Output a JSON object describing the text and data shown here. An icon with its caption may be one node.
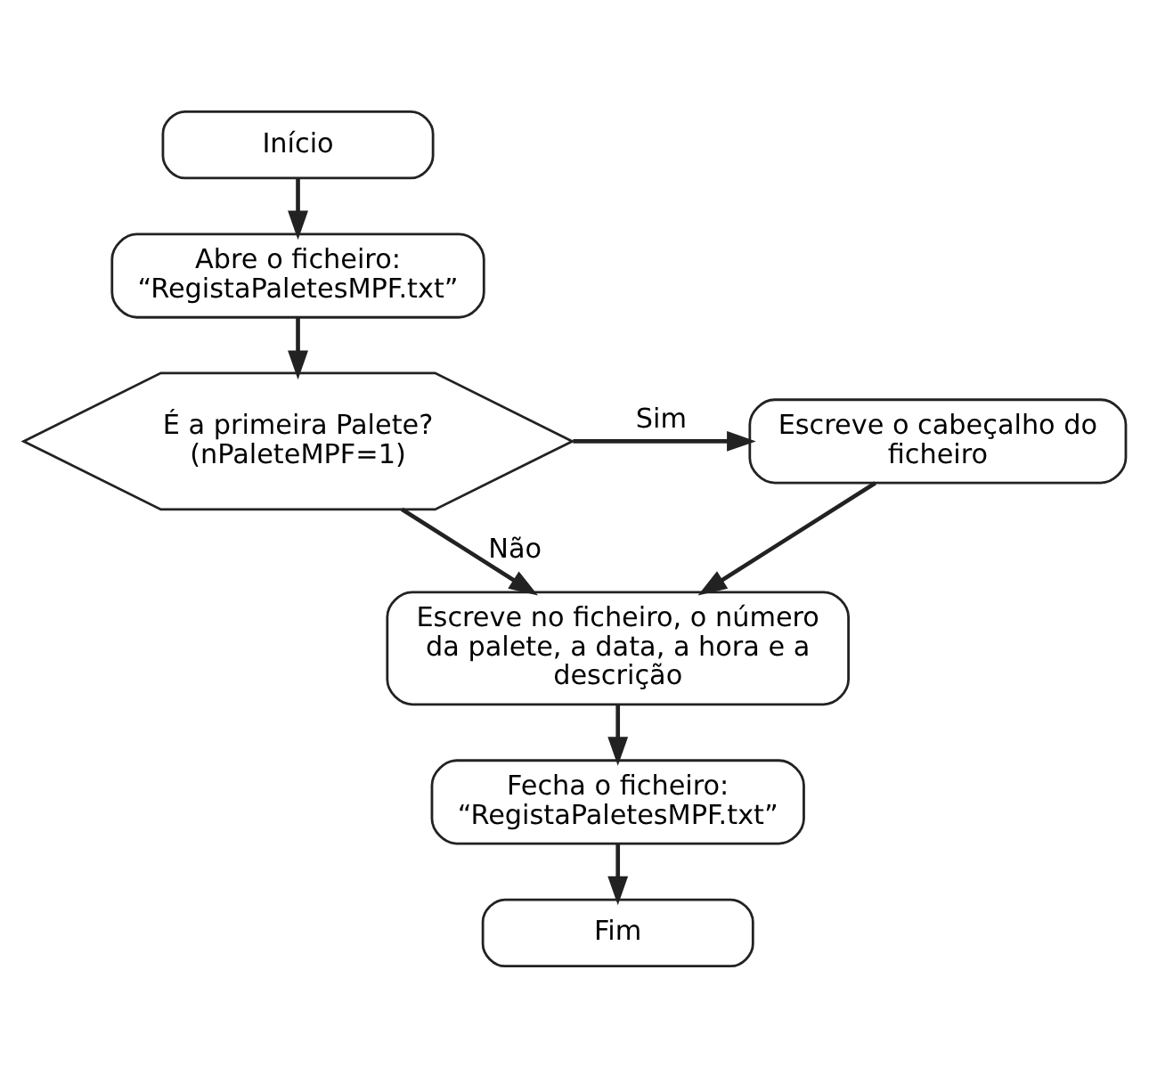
{
  "diagram": {
    "nodes": [
      {
        "text": [
          "Início"
        ]
      },
      {
        "text": [
          "Abre o ficheiro: “RegistaPaletesMPF.txt”"
        ]
      },
      {
        "text": [
          "É a primeira Palete? (nPaleteMPF=1)"
        ]
      },
      {
        "text": [
          "Escreve o cabeçalho do ficheiro"
        ]
      },
      {
        "text": [
          "Escreve no ficheiro, o número da palete, a data, a hora e a descrição"
        ]
      },
      {
        "text": [
          "Fecha o ficheiro: “RegistaPaletesMPF.txt”"
        ]
      },
      {
        "text": [
          "Fim"
        ]
      }
    ],
    "edges": [
      {
        "from": 0,
        "to": 1,
        "arrow": "to"
      },
      {
        "from": 1,
        "to": 2,
        "arrow": "to"
      },
      {
        "from": 2,
        "to": 3,
        "arrow": "to",
        "label": "Sim"
      },
      {
        "from": 2,
        "to": 4,
        "arrow": "to",
        "label": "Não"
      },
      {
        "from": 3,
        "to": 4,
        "arrow": "to"
      },
      {
        "from": 4,
        "to": 5,
        "arrow": "to"
      },
      {
        "from": 5,
        "to": 6,
        "arrow": "to"
      }
    ]
  }
}
